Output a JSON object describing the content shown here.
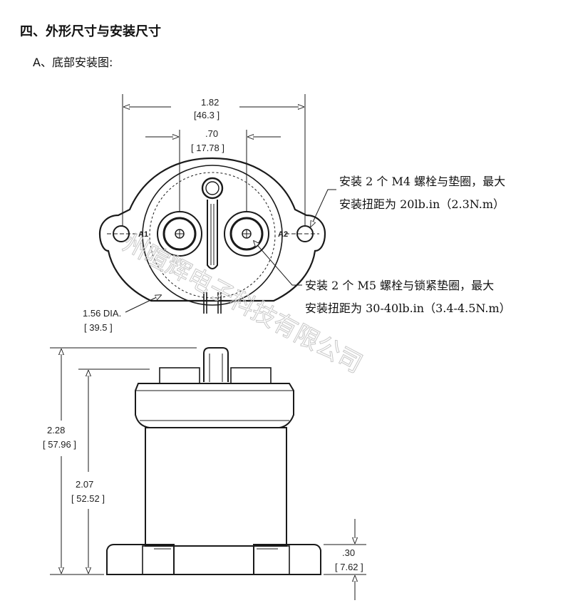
{
  "section_title": "四、外形尺寸与安装尺寸",
  "subsection_title": "A、底部安装图:",
  "top_view": {
    "overall_width": {
      "inch": "1.82",
      "mm": "[46.3 ]"
    },
    "terminal_spacing": {
      "inch": ".70",
      "mm": "[ 17.78 ]"
    },
    "body_diameter": {
      "inch": "1.56 DIA.",
      "mm": "[ 39.5 ]"
    },
    "terminal_labels": [
      "A1",
      "A2"
    ],
    "note_m4": [
      "安装 2 个 M4 螺栓与垫圈，最大",
      "安装扭距为 20lb.in（2.3N.m）"
    ],
    "note_m5": [
      "安装 2 个 M5 螺栓与锁紧垫圈，最大",
      "安装扭距为 30-40lb.in（3.4-4.5N.m）"
    ]
  },
  "side_view": {
    "overall_height": {
      "inch": "2.28",
      "mm": "[ 57.96 ]"
    },
    "body_height": {
      "inch": "2.07",
      "mm": "[ 52.52 ]"
    },
    "base_thickness": {
      "inch": ".30",
      "mm": "[ 7.62 ]"
    }
  },
  "watermark": "州暄辉电子科技有限公司",
  "colors": {
    "line": "#1a1a1a",
    "watermark": "#c8c8c8"
  }
}
